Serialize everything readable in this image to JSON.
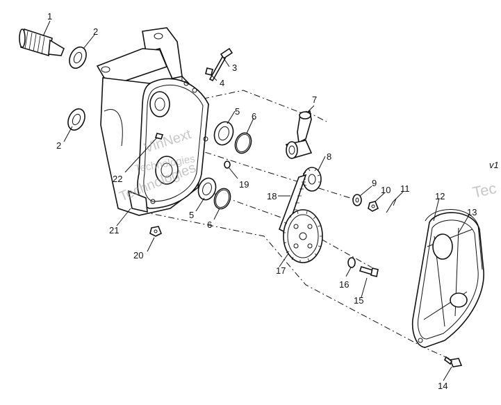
{
  "callouts": [
    {
      "id": "1",
      "text": "1"
    },
    {
      "id": "2a",
      "text": "2"
    },
    {
      "id": "2b",
      "text": "2"
    },
    {
      "id": "3",
      "text": "3"
    },
    {
      "id": "4",
      "text": "4"
    },
    {
      "id": "5a",
      "text": "5"
    },
    {
      "id": "5b",
      "text": "5"
    },
    {
      "id": "6a",
      "text": "6"
    },
    {
      "id": "6b",
      "text": "6"
    },
    {
      "id": "7",
      "text": "7"
    },
    {
      "id": "8",
      "text": "8"
    },
    {
      "id": "9",
      "text": "9"
    },
    {
      "id": "10",
      "text": "10"
    },
    {
      "id": "11",
      "text": "11"
    },
    {
      "id": "12",
      "text": "12"
    },
    {
      "id": "13",
      "text": "13"
    },
    {
      "id": "14",
      "text": "14"
    },
    {
      "id": "15",
      "text": "15"
    },
    {
      "id": "16",
      "text": "16"
    },
    {
      "id": "17",
      "text": "17"
    },
    {
      "id": "18",
      "text": "18"
    },
    {
      "id": "19",
      "text": "19"
    },
    {
      "id": "20",
      "text": "20"
    },
    {
      "id": "21",
      "text": "21"
    },
    {
      "id": "22",
      "text": "22"
    }
  ],
  "watermarks": {
    "brand_line1": "VinNext",
    "brand_line2": "Technologies",
    "brand_line3": "Technologies",
    "edge_right": "Tec",
    "corner_text": "v1"
  }
}
